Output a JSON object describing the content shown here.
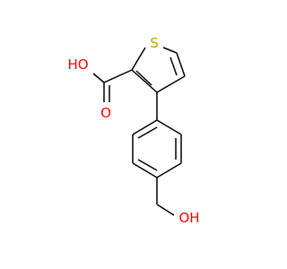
{
  "molecule": {
    "atoms": {
      "sulfur": "S",
      "hydroxyl_oxygen": "HO",
      "carbonyl_oxygen": "O",
      "alcohol_oxygen": "OH"
    },
    "colors": {
      "bond": "#000000",
      "sulfur": "#b8a200",
      "oxygen": "#ff0000"
    }
  }
}
